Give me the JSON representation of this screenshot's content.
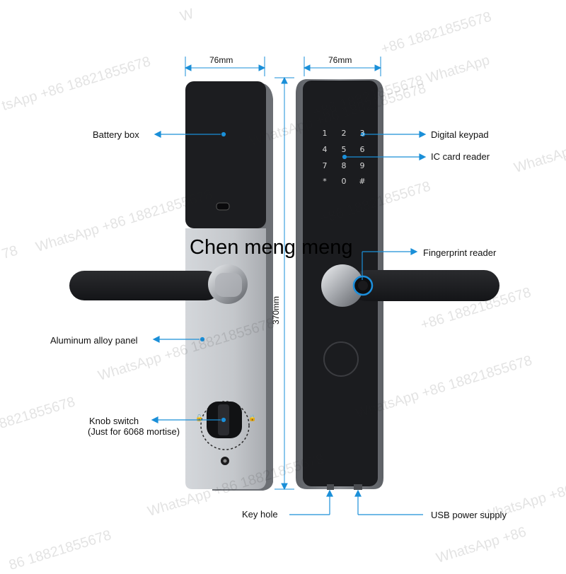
{
  "labels": {
    "battery_box": "Battery box",
    "digital_keypad": "Digital keypad",
    "ic_card_reader": "IC card reader",
    "fingerprint_reader": "Fingerprint reader",
    "aluminum_panel": "Aluminum alloy panel",
    "knob_switch": "Knob switch",
    "knob_switch_note": "(Just for 6068 mortise)",
    "key_hole": "Key hole",
    "usb_power": "USB power supply"
  },
  "dimensions": {
    "width_left": "76mm",
    "width_right": "76mm",
    "height": "370mm"
  },
  "keypad": [
    "1",
    "2",
    "3",
    "4",
    "5",
    "6",
    "7",
    "8",
    "9",
    "*",
    "0",
    "#"
  ],
  "overlay_text": "Chen meng meng",
  "watermark": {
    "prefix": "WhatsApp ",
    "phone": "+86 18821855678",
    "line_a": "WhatsApp +86 18821855678",
    "line_b": "+86 18821855678 WhatsApp",
    "frag_1": "W",
    "frag_2": "78",
    "frag_3": "8821855678",
    "frag_4": "86 18821855678",
    "frag_5": "WhatsApp +86",
    "frag_6": "WhatsApp",
    "frag_7": "tsApp +86 18821855678",
    "frag_8": "+86 18821855678 WhatsApp",
    "frag_9": "WhatsApp +86 1882185"
  },
  "colors": {
    "callout": "#1a8fd8",
    "panel_black": "#1c1d20",
    "panel_silver": "#c9ccd0",
    "frame_gray": "#7d8085"
  }
}
